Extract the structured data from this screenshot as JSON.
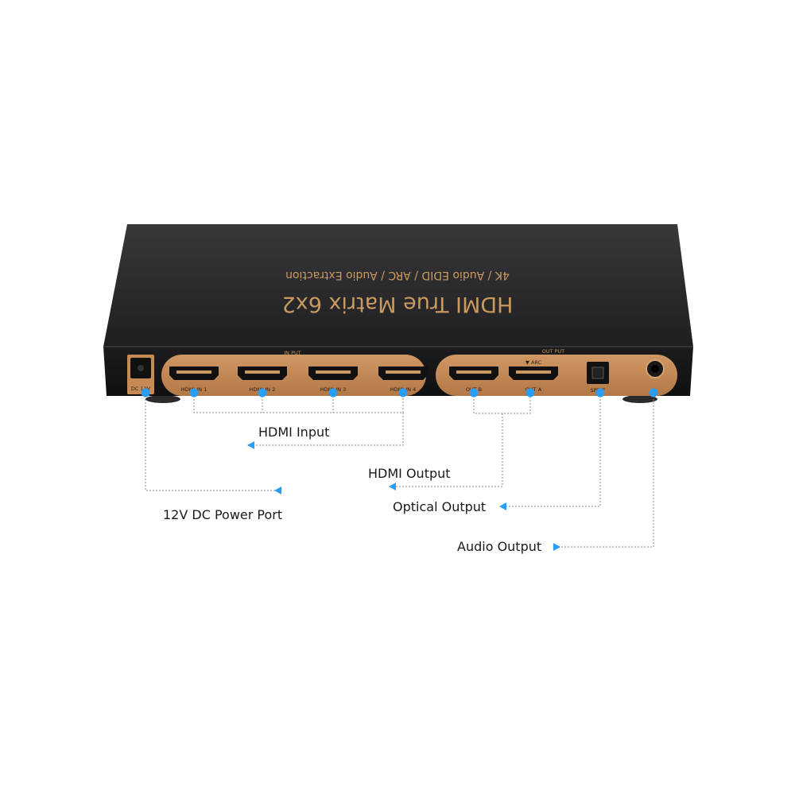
{
  "device": {
    "title": "HDMI True Matrix 6x2",
    "subtitle": "4K / Audio EDID / ARC / Audio Extraction",
    "panel_input_label": "IN PUT",
    "panel_output_label": "OUT PUT",
    "dc_label": "DC 12V",
    "ports": {
      "hdmi_in_1": "HDMI IN 1",
      "hdmi_in_2": "HDMI IN 2",
      "hdmi_in_3": "HDMI IN 3",
      "hdmi_in_4": "HDMI IN 4",
      "out_b": "OUT B",
      "out_a": "OUT A",
      "arc": "▼ ARC",
      "spdif": "SPDIF"
    }
  },
  "callouts": {
    "hdmi_input": "HDMI Input",
    "hdmi_output": "HDMI Output",
    "optical_output": "Optical Output",
    "dc_power": "12V DC Power Port",
    "audio_output": "Audio Output"
  },
  "colors": {
    "body_top": "#2c2c2e",
    "body_front": "#17171a",
    "panel": "#c58a55",
    "gold_text": "#c99a60",
    "marker": "#2a9df4",
    "leader": "#8a8a8a"
  }
}
